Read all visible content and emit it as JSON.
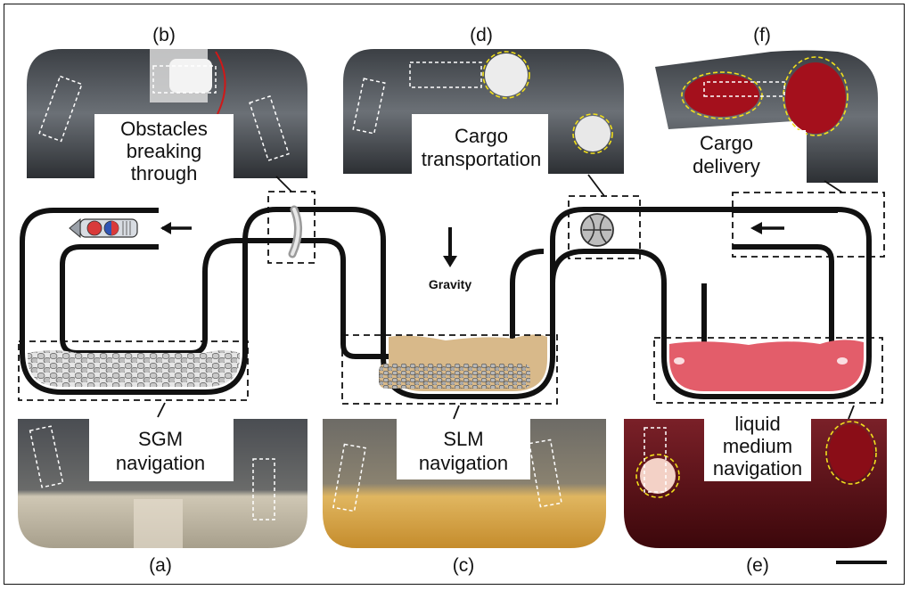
{
  "panels": {
    "a": "(a)",
    "b": "(b)",
    "c": "(c)",
    "d": "(d)",
    "e": "(e)",
    "f": "(f)"
  },
  "captions": {
    "obstacles": [
      "Obstacles",
      "breaking",
      "through"
    ],
    "cargo_transport": [
      "Cargo",
      "transportation"
    ],
    "cargo_delivery": [
      "Cargo",
      "delivery"
    ],
    "sgm": [
      "SGM",
      "navigation"
    ],
    "slm": [
      "SLM",
      "navigation"
    ],
    "liquid": [
      "liquid",
      "medium",
      "navigation"
    ]
  },
  "gravity_label": "Gravity",
  "colors": {
    "pipe_line": "#111111",
    "granular": "#cfcfcf",
    "slm_medium": "#d8b98a",
    "liquid_medium": "#e35d6a",
    "robot_red": "#d93a3a",
    "robot_blue": "#2f55b5",
    "photo_tube": "#4a4f55",
    "photo_sgm": "#c8c0ae",
    "photo_slm": "#d7a84a",
    "photo_liquid": "#5a1016",
    "annotation_yellow": "#f2e01c",
    "annotation_white": "#ffffff"
  }
}
